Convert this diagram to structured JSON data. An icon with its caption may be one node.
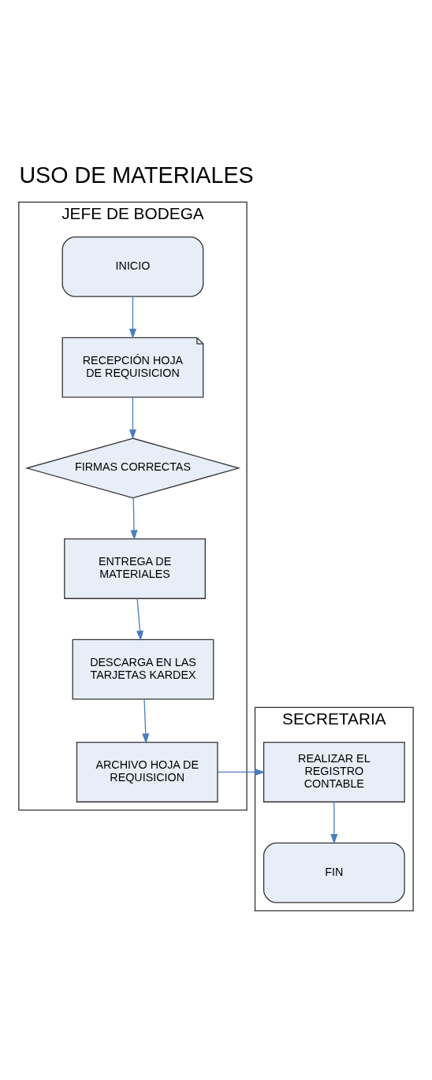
{
  "diagram": {
    "title": "USO DE MATERIALES",
    "nodes": [
      {
        "text": [
          "JEFE DE BODEGA"
        ]
      },
      {
        "text": [
          "SECRETARIA"
        ]
      },
      {
        "text": [
          "INICIO"
        ],
        "in": 0
      },
      {
        "text": [
          "RECEPCIÓN HOJA DE REQUISICION"
        ],
        "in": 0
      },
      {
        "text": [
          "FIRMAS CORRECTAS"
        ],
        "in": 0
      },
      {
        "text": [
          "ENTREGA DE MATERIALES"
        ],
        "in": 0
      },
      {
        "text": [
          "DESCARGA EN LAS TARJETAS KARDEX"
        ],
        "in": 0
      },
      {
        "text": [
          "ARCHIVO HOJA DE REQUISICION"
        ],
        "in": 0
      },
      {
        "text": [
          "REALIZAR EL REGISTRO CONTABLE"
        ],
        "in": 1
      },
      {
        "text": [
          "FIN"
        ],
        "in": 1
      }
    ],
    "edges": [
      {
        "from": 2,
        "to": 3,
        "arrow": "to"
      },
      {
        "from": 3,
        "to": 4,
        "arrow": "to"
      },
      {
        "from": 4,
        "to": 5,
        "arrow": "to"
      },
      {
        "from": 5,
        "to": 6,
        "arrow": "to"
      },
      {
        "from": 6,
        "to": 7,
        "arrow": "to"
      },
      {
        "from": 7,
        "to": 8,
        "arrow": "to"
      },
      {
        "from": 8,
        "to": 9,
        "arrow": "to"
      }
    ]
  }
}
